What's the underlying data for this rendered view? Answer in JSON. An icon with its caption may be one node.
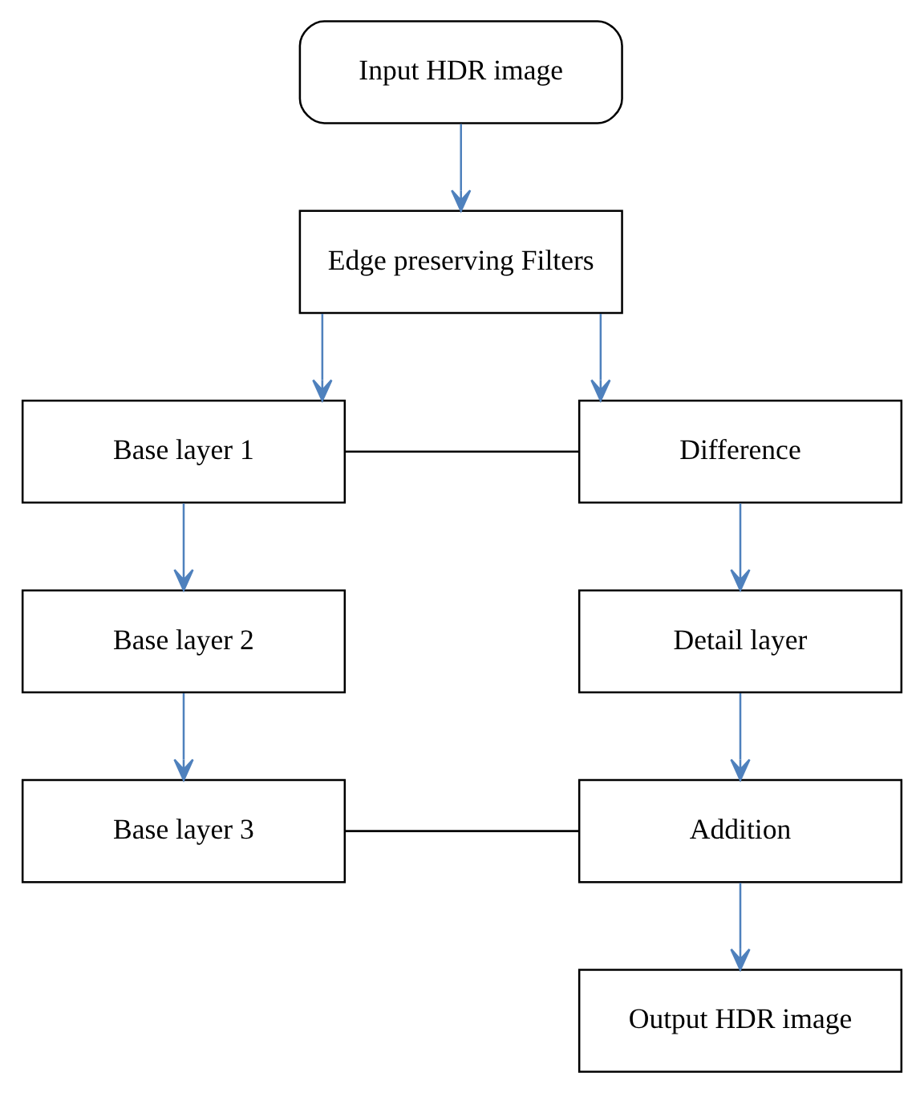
{
  "diagram": {
    "nodes": [
      {
        "text": [
          "Input HDR image"
        ]
      },
      {
        "text": [
          "Edge preserving Filters"
        ]
      },
      {
        "text": [
          "Base layer 1"
        ]
      },
      {
        "text": [
          "Difference"
        ]
      },
      {
        "text": [
          "Base layer 2"
        ]
      },
      {
        "text": [
          "Detail layer"
        ]
      },
      {
        "text": [
          "Base layer 3"
        ]
      },
      {
        "text": [
          "Addition"
        ]
      },
      {
        "text": [
          "Output HDR image"
        ]
      }
    ],
    "edges": [
      {
        "from": 0,
        "to": 1,
        "arrow": "to"
      },
      {
        "from": 1,
        "to": 3,
        "arrow": "to"
      },
      {
        "from": 1,
        "to": 2,
        "arrow": "to"
      },
      {
        "from": 2,
        "to": 3,
        "arrow": "none",
        "color": "#000000"
      },
      {
        "from": 2,
        "to": 4,
        "arrow": "to"
      },
      {
        "from": 3,
        "to": 5,
        "arrow": "to"
      },
      {
        "from": 4,
        "to": 6,
        "arrow": "to"
      },
      {
        "from": 5,
        "to": 7,
        "arrow": "to"
      },
      {
        "from": 6,
        "to": 7,
        "arrow": "none",
        "color": "#000000"
      },
      {
        "from": 7,
        "to": 8,
        "arrow": "to"
      }
    ]
  }
}
